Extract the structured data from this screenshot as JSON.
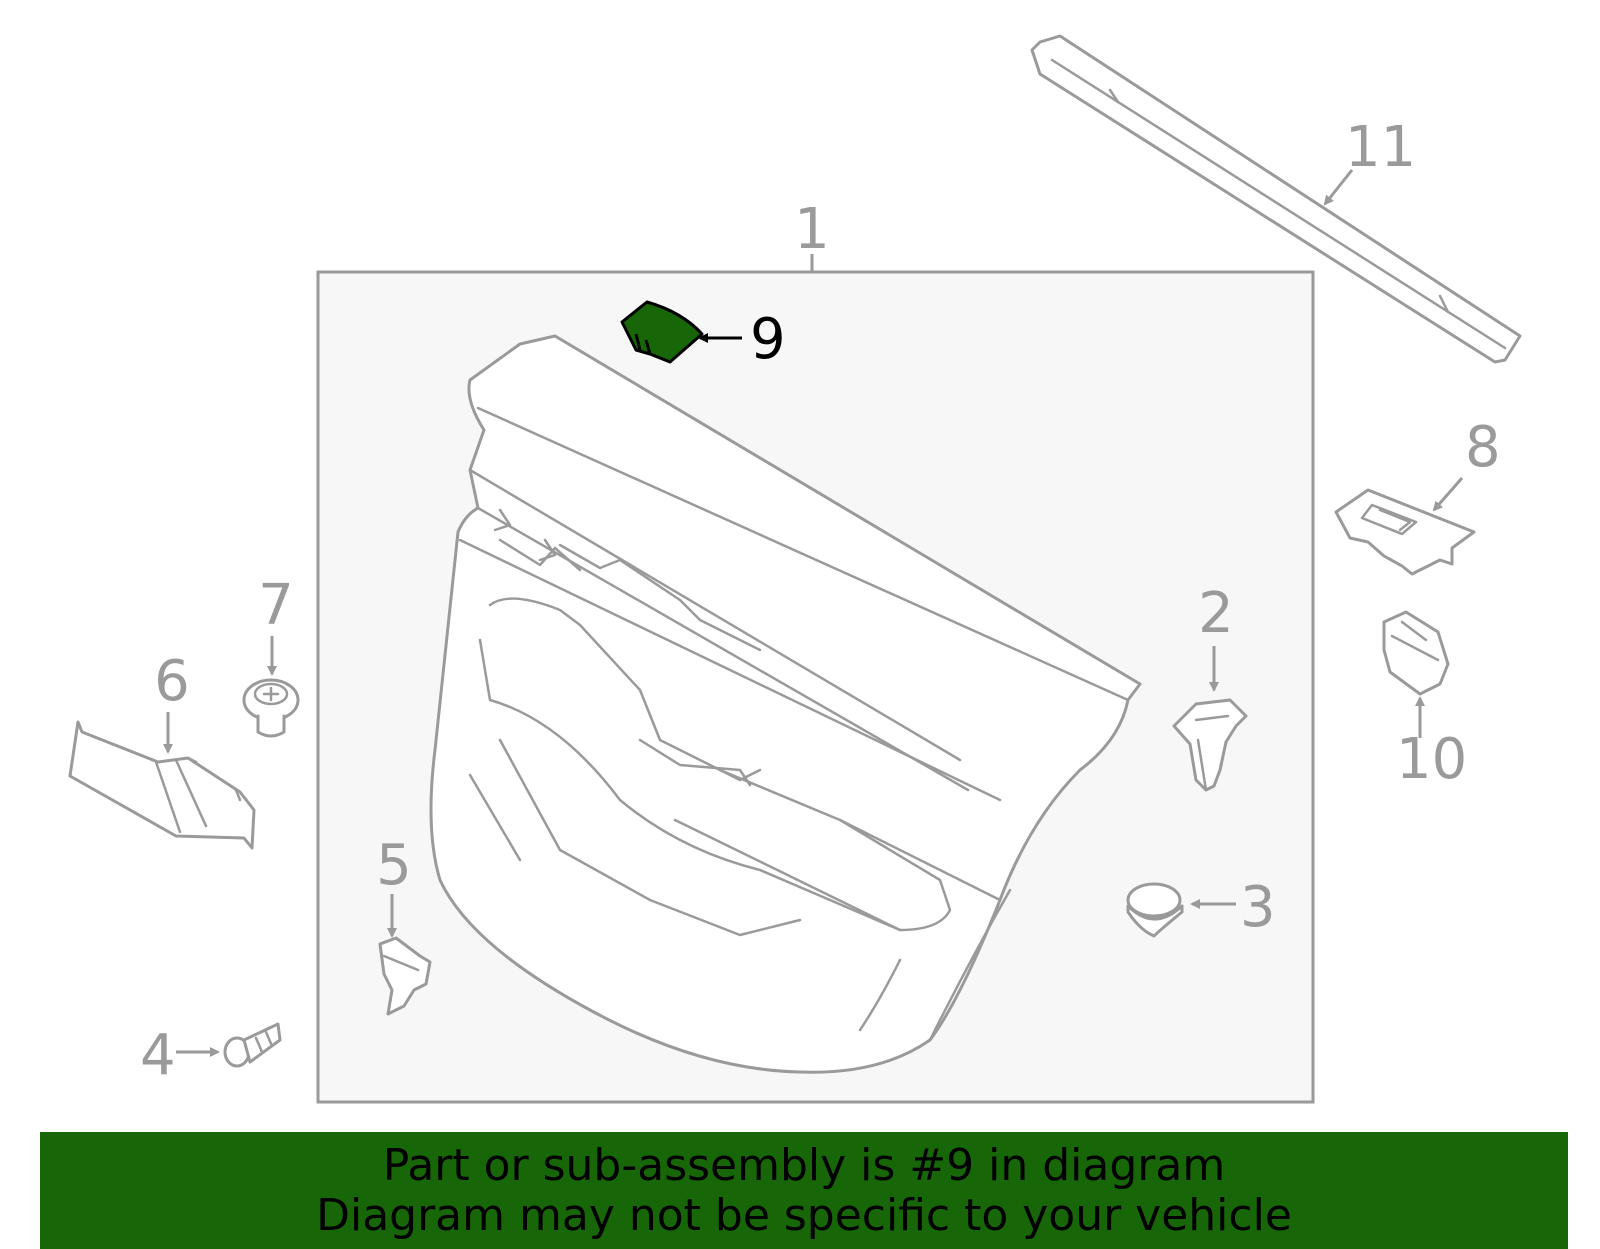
{
  "banner": {
    "line1": "Part or sub-assembly is #9 in diagram",
    "line2": "Diagram may not be specific to your vehicle",
    "background": "#176608",
    "text_color": "#000000"
  },
  "highlight": {
    "part": "9",
    "color": "#176608"
  },
  "colors": {
    "line": "#9a9a9a",
    "assembly_box": "#f7f7f7"
  },
  "labels": {
    "p1": "1",
    "p2": "2",
    "p3": "3",
    "p4": "4",
    "p5": "5",
    "p6": "6",
    "p7": "7",
    "p8": "8",
    "p9": "9",
    "p10": "10",
    "p11": "11"
  }
}
